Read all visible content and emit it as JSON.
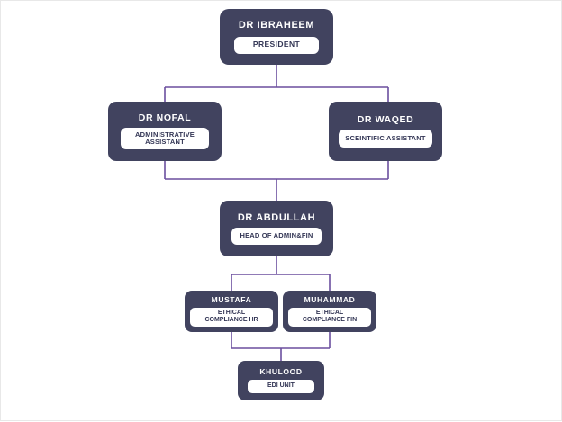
{
  "chart_meta": {
    "type": "org-chart",
    "background_color": "#ffffff",
    "node_color": "#41435f",
    "node_text_color": "#ffffff",
    "pill_color": "#ffffff",
    "pill_text_color": "#333655",
    "connector_color": "#6b4f9e"
  },
  "nodes": {
    "ibraheem": {
      "name": "DR IBRAHEEM",
      "role_line1": "PRESIDENT",
      "role_line2": ""
    },
    "nofal": {
      "name": "DR NOFAL",
      "role_line1": "ADMINISTRATIVE",
      "role_line2": "ASSISTANT"
    },
    "waqed": {
      "name": "DR WAQED",
      "role_line1": "SCEINTIFIC ASSISTANT",
      "role_line2": ""
    },
    "abdullah": {
      "name": "DR ABDULLAH",
      "role_line1": "HEAD OF ADMIN&FIN",
      "role_line2": ""
    },
    "mustafa": {
      "name": "MUSTAFA",
      "role_line1": "ETHICAL",
      "role_line2": "COMPLIANCE HR"
    },
    "muhammad": {
      "name": "MUHAMMAD",
      "role_line1": "ETHICAL",
      "role_line2": "COMPLIANCE FIN"
    },
    "khulood": {
      "name": "KHULOOD",
      "role_line1": "EDI UNIT",
      "role_line2": ""
    }
  },
  "relationships": [
    {
      "from": "ibraheem",
      "to": "nofal"
    },
    {
      "from": "ibraheem",
      "to": "waqed"
    },
    {
      "from": "nofal",
      "to": "abdullah"
    },
    {
      "from": "waqed",
      "to": "abdullah"
    },
    {
      "from": "abdullah",
      "to": "mustafa"
    },
    {
      "from": "abdullah",
      "to": "muhammad"
    },
    {
      "from": "mustafa",
      "to": "khulood"
    },
    {
      "from": "muhammad",
      "to": "khulood"
    }
  ]
}
